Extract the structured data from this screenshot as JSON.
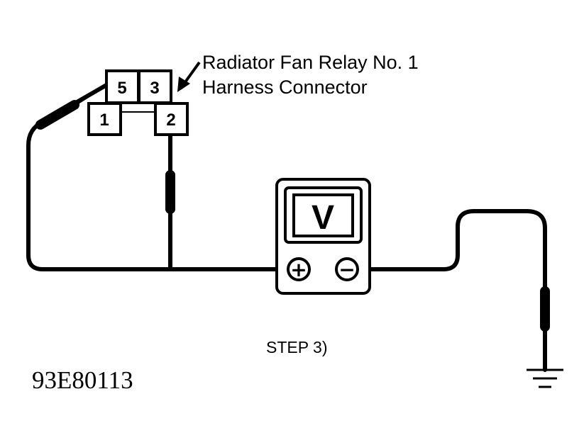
{
  "connector": {
    "title_line1": "Radiator Fan Relay No. 1",
    "title_line2": "Harness Connector",
    "pins": {
      "pin5": "5",
      "pin3": "3",
      "pin1": "1",
      "pin2": "2"
    }
  },
  "meter": {
    "unit": "V",
    "positive": "+",
    "negative": "−"
  },
  "step_label": "STEP 3)",
  "figure_id": "93E80113"
}
